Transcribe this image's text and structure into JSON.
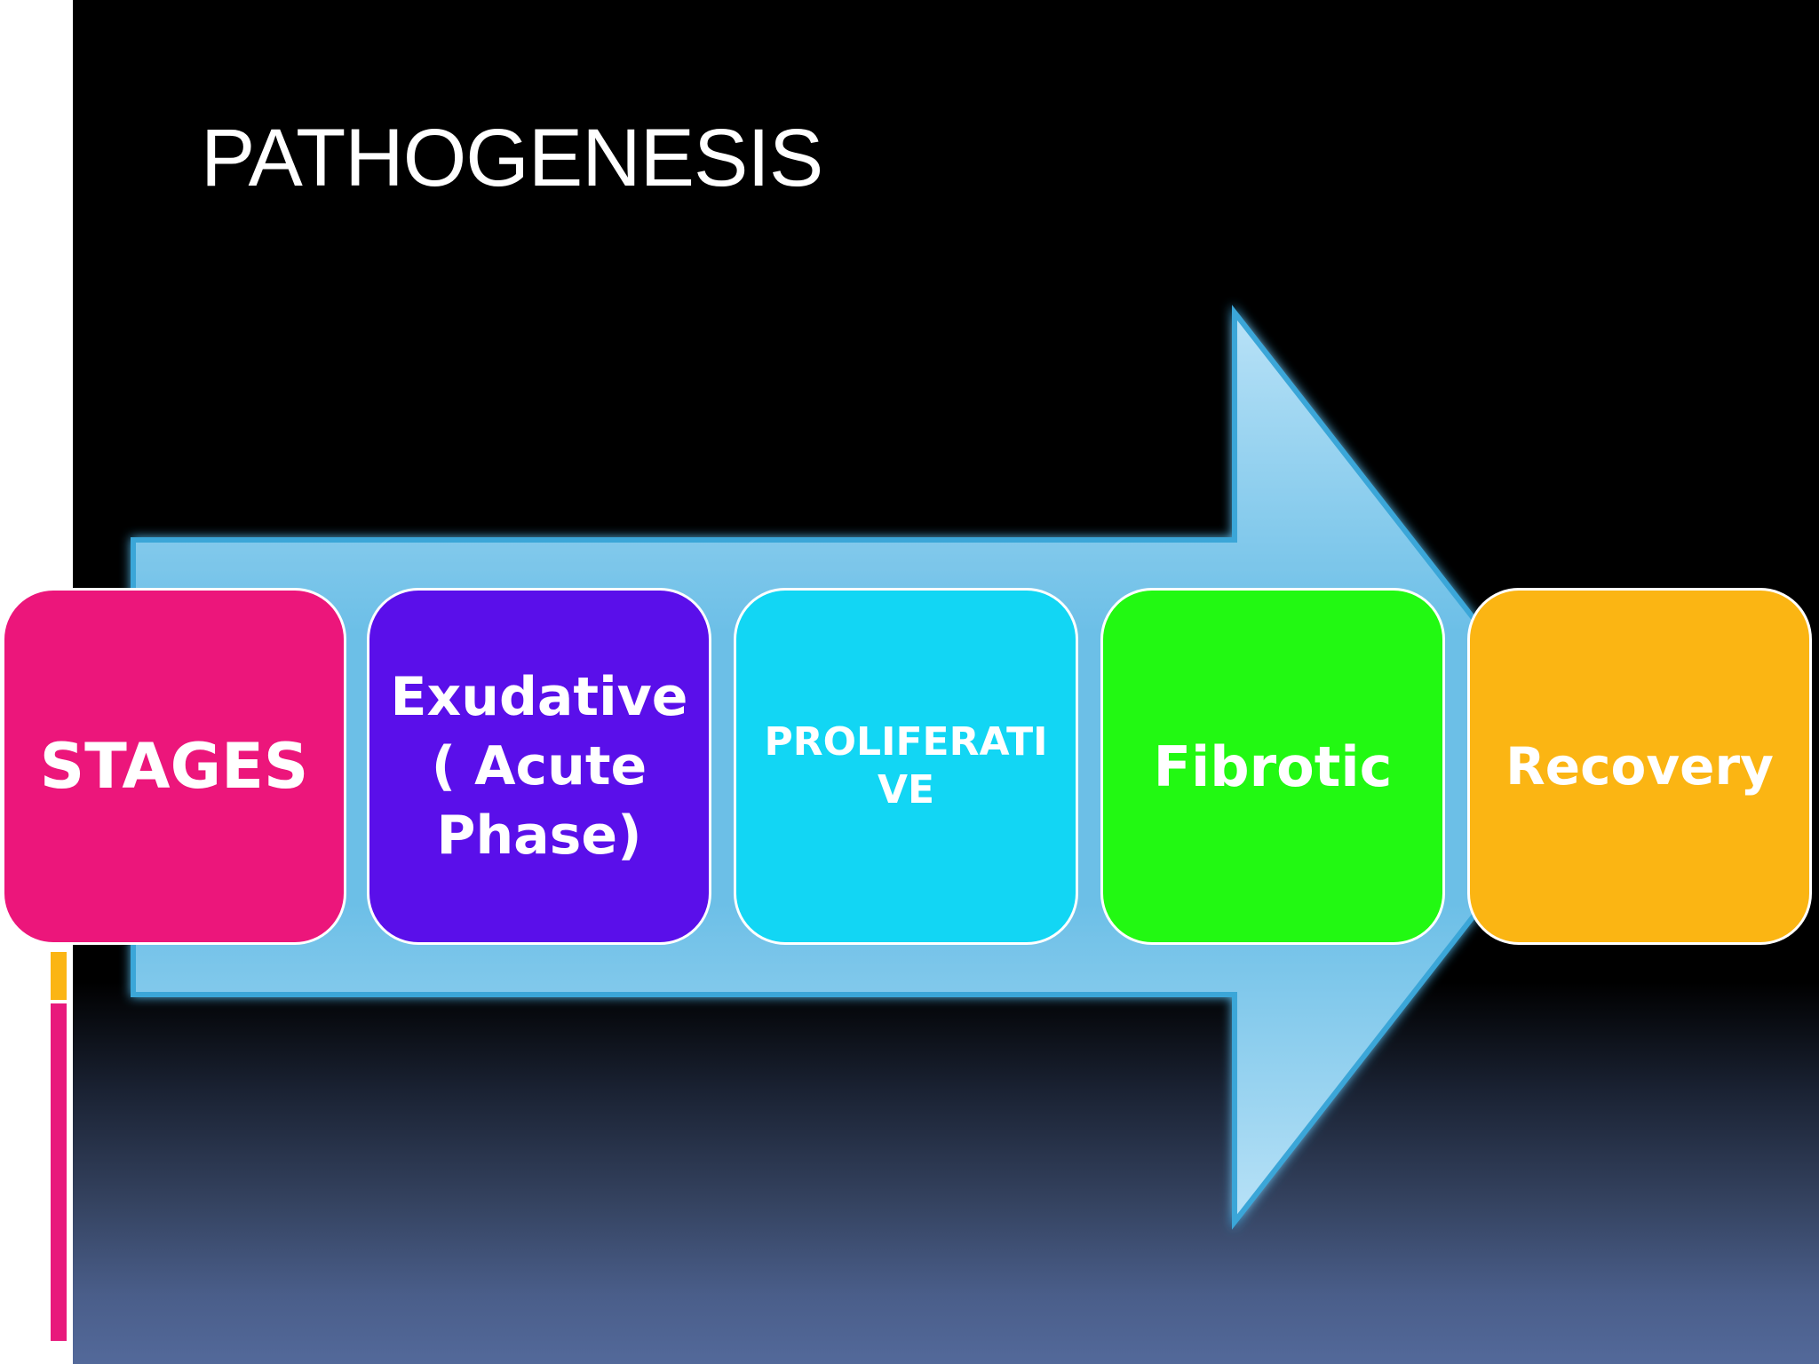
{
  "slide": {
    "title": "PATHOGENESIS"
  },
  "colors": {
    "background": "#000000",
    "arrow": "#6fc0e8",
    "stage_1": "#ec167b",
    "stage_2": "#5a0fea",
    "stage_3": "#12d6f4",
    "stage_4": "#22f912",
    "stage_5": "#fbb513",
    "accent_yellow": "#fbb514",
    "accent_pink": "#e8197c"
  },
  "diagram": {
    "type": "process-arrow",
    "stages": [
      {
        "label": "STAGES"
      },
      {
        "label": "Exudative ( Acute Phase)"
      },
      {
        "label": "PROLIFERATIVE"
      },
      {
        "label": "Fibrotic"
      },
      {
        "label": "Recovery"
      }
    ]
  }
}
